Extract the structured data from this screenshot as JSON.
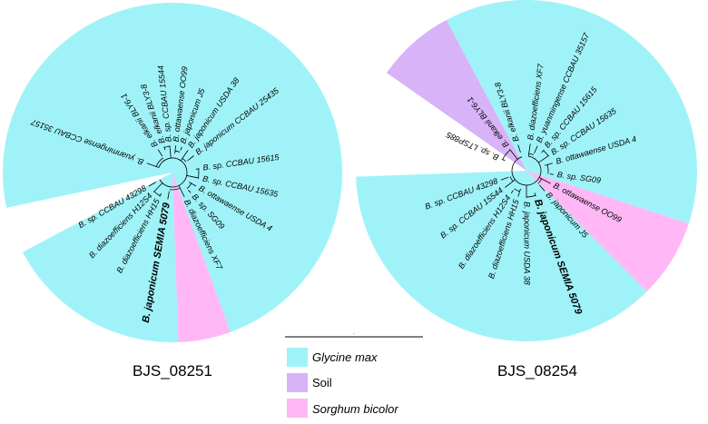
{
  "colors": {
    "glycine": "#9ff3f8",
    "soil": "#d8b3f7",
    "sorghum": "#ffb8f5"
  },
  "trees": [
    {
      "label": "BJS_08251",
      "leaves": [
        {
          "text": "B. yuanmingense CCBAU 35157",
          "bold": false
        },
        {
          "text": "B. elkanii BLY6-1",
          "bold": false
        },
        {
          "text": "B. elkanii BLY3-8",
          "bold": false
        },
        {
          "text": "B. sp. CCBAU 15544",
          "bold": false
        },
        {
          "text": "B. ottawaense OO99",
          "bold": false
        },
        {
          "text": "B. japonicum J5",
          "bold": false
        },
        {
          "text": "B. japonicum USDA 38",
          "bold": false
        },
        {
          "text": "B. japonicum CCBAU 25435",
          "bold": false
        },
        {
          "text": "B. sp. CCBAU 15615",
          "bold": false
        },
        {
          "text": "B. sp. CCBAU 15635",
          "bold": false
        },
        {
          "text": "B. ottawaense USDA 4",
          "bold": false
        },
        {
          "text": "B. sp. SG09",
          "bold": false
        },
        {
          "text": "B. diazoefficiens XF7",
          "bold": false
        },
        {
          "text": "B. japonicum SEMIA 5079",
          "bold": true
        },
        {
          "text": "B. diazoefficiens HH15",
          "bold": false
        },
        {
          "text": "B. diazoefficiens H12S4",
          "bold": false
        },
        {
          "text": "B. sp. CCBAU 43298",
          "bold": false
        }
      ]
    },
    {
      "label": "BJS_08254",
      "leaves": [
        {
          "text": "B. diazoefficiens XF7",
          "bold": false
        },
        {
          "text": "B. yuanmingense CCBAU 35157",
          "bold": false
        },
        {
          "text": "B. sp. CCBAU 15615",
          "bold": false
        },
        {
          "text": "B. sp. CCBAU 15635",
          "bold": false
        },
        {
          "text": "B. ottawaense USDA 4",
          "bold": false
        },
        {
          "text": "B. sp. SG09",
          "bold": false
        },
        {
          "text": "B. ottawaense OO99",
          "bold": false
        },
        {
          "text": "B. japonicum J5",
          "bold": false
        },
        {
          "text": "B. japonicum SEMIA 5079",
          "bold": true
        },
        {
          "text": "B. japonicum USDA 38",
          "bold": false
        },
        {
          "text": "B. diazoefficiens HH15",
          "bold": false
        },
        {
          "text": "B. diazoefficiens H12S4",
          "bold": false
        },
        {
          "text": "B. sp. CCBAU 15544",
          "bold": false
        },
        {
          "text": "B. sp. CCBAU 43298",
          "bold": false
        },
        {
          "text": "B. sp. LTSP885",
          "bold": false
        },
        {
          "text": "B. elkanii BLY6-1",
          "bold": false
        },
        {
          "text": "B. elkanii BLY3-8",
          "bold": false
        }
      ]
    }
  ],
  "legend": {
    "scale_label": ".",
    "items": [
      {
        "label": "Glycine max",
        "color_key": "glycine",
        "italic": true
      },
      {
        "label": "Soil",
        "color_key": "soil",
        "italic": false
      },
      {
        "label": "Sorghum bicolor",
        "color_key": "sorghum",
        "italic": true
      }
    ]
  }
}
